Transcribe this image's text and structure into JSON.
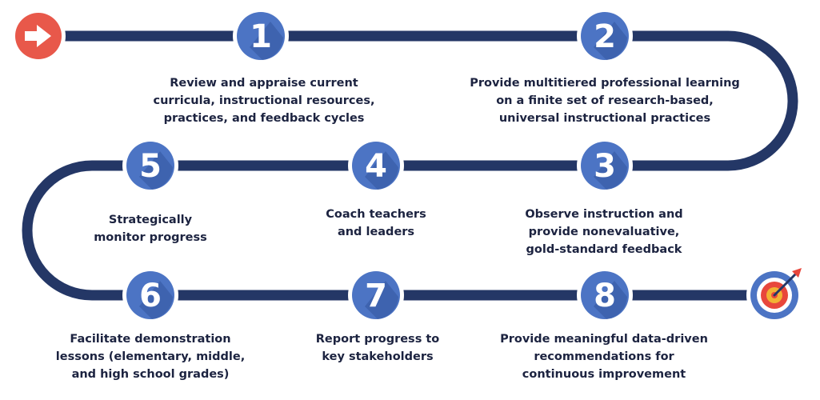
{
  "colors": {
    "road": "#243766",
    "circle": "#4c74c4",
    "circle_shadow": "#2f4f96",
    "circle_ring": "#ffffff",
    "text": "#1c2340",
    "start": "#e8584a",
    "target_red": "#e8473c",
    "target_gold": "#f2b233",
    "target_blue": "#4c74c4"
  },
  "icons": {
    "start": "arrow-right-icon",
    "end": "target-icon"
  },
  "steps": [
    {
      "number": "1",
      "lines": [
        "Review and appraise current",
        "curricula, instructional resources,",
        "practices, and feedback cycles"
      ]
    },
    {
      "number": "2",
      "lines": [
        "Provide multitiered professional learning",
        "on a finite set of research-based,",
        "universal instructional practices"
      ]
    },
    {
      "number": "3",
      "lines": [
        "Observe instruction and",
        "provide nonevaluative,",
        "gold-standard feedback"
      ]
    },
    {
      "number": "4",
      "lines": [
        "Coach teachers",
        "and leaders"
      ]
    },
    {
      "number": "5",
      "lines": [
        "Strategically",
        "monitor progress"
      ]
    },
    {
      "number": "6",
      "lines": [
        "Facilitate demonstration",
        "lessons (elementary, middle,",
        "and high school grades)"
      ]
    },
    {
      "number": "7",
      "lines": [
        "Report progress to",
        "key stakeholders"
      ]
    },
    {
      "number": "8",
      "lines": [
        "Provide meaningful data-driven",
        "recommendations for",
        "continuous improvement"
      ]
    }
  ]
}
